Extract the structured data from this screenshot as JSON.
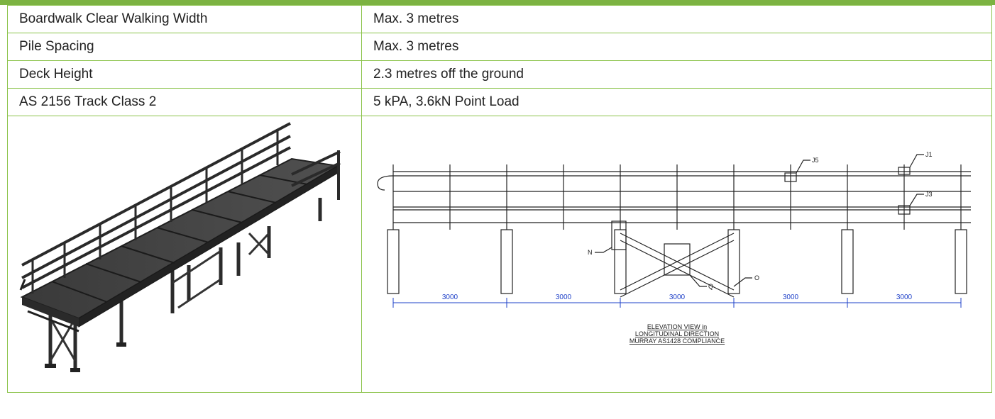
{
  "specs": [
    {
      "label": "Boardwalk Clear Walking Width",
      "value": "Max. 3 metres"
    },
    {
      "label": "Pile Spacing",
      "value": "Max. 3 metres"
    },
    {
      "label": "Deck Height",
      "value": "2.3 metres off the ground"
    },
    {
      "label": "AS 2156 Track Class 2",
      "value": "5 kPA, 3.6kN Point Load"
    }
  ],
  "drawing": {
    "spans": [
      "3000",
      "3000",
      "3000",
      "3000",
      "3000"
    ],
    "callouts": {
      "j5": "J5",
      "j1": "J1",
      "j3": "J3",
      "n": "N",
      "o": "O",
      "q": "Q"
    },
    "caption_line1": "ELEVATION VIEW in",
    "caption_line2": "LONGITUDINAL DIRECTION",
    "caption_line3": "MURRAY AS1428 COMPLIANCE"
  },
  "colors": {
    "accent": "#7cb342",
    "border": "#8bc34a",
    "dimension": "#1e40c8"
  }
}
